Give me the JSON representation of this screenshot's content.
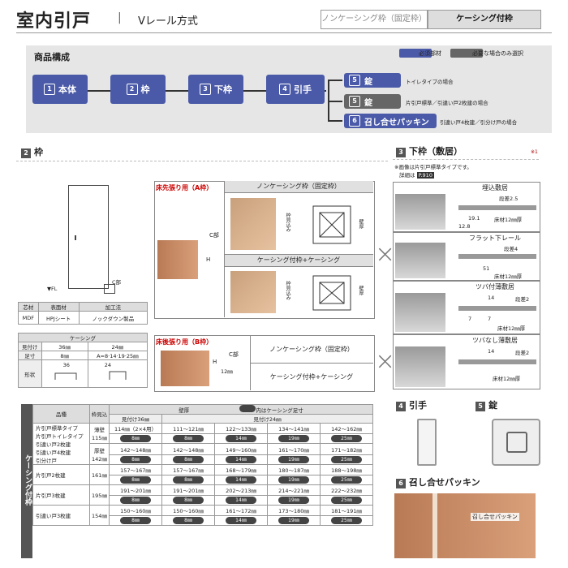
{
  "header": {
    "title": "室内引戸",
    "separator": "|",
    "subtitle": "Vレール方式",
    "tab_off": "ノンケーシング枠（固定枠）",
    "tab_on": "ケーシング付枠"
  },
  "product": {
    "title": "商品構成",
    "legend_required": "必須部材",
    "legend_optional": "必要な場合のみ選択",
    "main": [
      {
        "num": "1",
        "label": "本体"
      },
      {
        "num": "2",
        "label": "枠"
      },
      {
        "num": "3",
        "label": "下枠"
      },
      {
        "num": "4",
        "label": "引手"
      }
    ],
    "sub": [
      {
        "num": "5",
        "label": "錠",
        "note": "トイレタイプの場合"
      },
      {
        "num": "5",
        "label": "錠",
        "note": "片引戸標準／引違い戸2枚建の場合"
      },
      {
        "num": "6",
        "label": "召し合せパッキン",
        "note": "引違い戸4枚建／引分け戸の場合"
      }
    ]
  },
  "frame": {
    "num": "2",
    "title": "枠",
    "floor_label": "▼FL",
    "c_label": "C部",
    "spec_headers": [
      "芯材",
      "表面材",
      "加工法"
    ],
    "spec_values": [
      "MDF",
      "HPJシート",
      "ノックダウン製品"
    ],
    "casing_header": "ケーシング",
    "casing_rows": [
      [
        "見付け",
        "36㎜",
        "24㎜"
      ],
      [
        "足寸",
        "8㎜",
        "A=8·14·19·25㎜"
      ],
      [
        "形状",
        "",
        ""
      ]
    ],
    "casing_dims": [
      "36",
      "24"
    ],
    "panelA": "床先張り用（A枠）",
    "panelA_sub1": "ノンケーシング枠（固定枠）",
    "panelA_sub2": "ケーシング付枠+ケーシング",
    "panelA_h": "H",
    "panelA_c": "C部",
    "dim_a": "枠見込み",
    "dim_b": "壁厚",
    "panelB": "床後張り用（B枠）",
    "panelB_sub1": "ノンケーシング枠（固定枠）",
    "panelB_sub2": "ケーシング付枠+ケーシング",
    "panelB_h": "H",
    "panelB_c": "C部",
    "panelB_dim": "12㎜"
  },
  "lower": {
    "num": "3",
    "title": "下枠（敷居）",
    "footnote": "※1",
    "note1": "※画像は片引戸標準タイプです。",
    "note2": "詳細は",
    "page_ref": "P.910",
    "types": [
      {
        "name": "埋込敷居",
        "labels": [
          "段差2.5",
          "19.1",
          "12.8",
          "床材12㎜厚"
        ]
      },
      {
        "name": "フラット下レール",
        "labels": [
          "段差4",
          "51",
          "床材12㎜厚"
        ]
      },
      {
        "name": "ツバ付薄敷居",
        "labels": [
          "14",
          "段差2",
          "7",
          "7",
          "床材12㎜厚"
        ]
      },
      {
        "name": "ツバなし薄敷居",
        "labels": [
          "14",
          "段差2",
          "床材12㎜厚"
        ]
      }
    ]
  },
  "pull": {
    "num": "4",
    "title": "引手"
  },
  "lock": {
    "num": "5",
    "title": "錠"
  },
  "packing": {
    "num": "6",
    "title": "召し合せパッキン",
    "label": "召し合せパッキン"
  },
  "table": {
    "side_label": "ケーシング付枠",
    "col_product": "品種",
    "col_wall": "枠見込",
    "col_thickness": "壁厚",
    "pill_legend": "内はケーシング足寸",
    "sub36": "見付け36㎜",
    "sub24": "見付け24㎜",
    "groups": [
      {
        "names": [
          "片引戸標準タイプ",
          "片引戸トイレタイプ",
          "引違い戸2枚建",
          "引違い戸4枚建",
          "引分け戸"
        ],
        "rows": [
          {
            "wall_label": "薄壁",
            "wall": "115㎜",
            "ranges": [
              "114㎜（2×4用）",
              "111～121㎜",
              "122～133㎜",
              "134～141㎜",
              "142～162㎜"
            ],
            "pills": [
              "8㎜",
              "8㎜",
              "14㎜",
              "19㎜",
              "25㎜"
            ]
          },
          {
            "wall_label": "厚壁",
            "wall": "142㎜",
            "ranges": [
              "142～148㎜",
              "142～148㎜",
              "149～160㎜",
              "161～170㎜",
              "171～182㎜"
            ],
            "pills": [
              "8㎜",
              "8㎜",
              "14㎜",
              "19㎜",
              "25㎜"
            ]
          }
        ]
      },
      {
        "names": [
          "片引戸2枚建"
        ],
        "rows": [
          {
            "wall_label": "",
            "wall": "161㎜",
            "ranges": [
              "157～167㎜",
              "157～167㎜",
              "168～179㎜",
              "180～187㎜",
              "188～198㎜"
            ],
            "pills": [
              "8㎜",
              "8㎜",
              "14㎜",
              "19㎜",
              "25㎜"
            ]
          }
        ]
      },
      {
        "names": [
          "片引戸3枚建"
        ],
        "rows": [
          {
            "wall_label": "",
            "wall": "195㎜",
            "ranges": [
              "191～201㎜",
              "191～201㎜",
              "202～213㎜",
              "214～221㎜",
              "222～232㎜"
            ],
            "pills": [
              "8㎜",
              "8㎜",
              "14㎜",
              "19㎜",
              "25㎜"
            ]
          }
        ]
      },
      {
        "names": [
          "引違い戸3枚建"
        ],
        "rows": [
          {
            "wall_label": "",
            "wall": "154㎜",
            "ranges": [
              "150～160㎜",
              "150～160㎜",
              "161～172㎜",
              "173～180㎜",
              "181～191㎜"
            ],
            "pills": [
              "8㎜",
              "8㎜",
              "14㎜",
              "19㎜",
              "25㎜"
            ]
          }
        ]
      }
    ]
  }
}
